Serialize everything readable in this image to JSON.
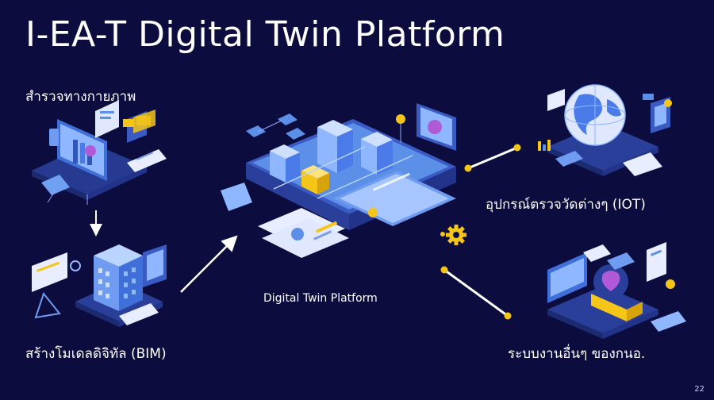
{
  "slide": {
    "title": "I-EA-T Digital Twin Platform",
    "page_number": "22"
  },
  "labels": {
    "survey": "สำรวจทางกายภาพ",
    "bim": "สร้างโมเดลดิจิทัล (BIM)",
    "center": "Digital Twin Platform",
    "iot": "อุปกรณ์ตรวจวัดต่างๆ (IOT)",
    "other_systems": "ระบบงานอื่นๆ ของกนอ."
  },
  "icons": {
    "survey": "survey-workstation-icon",
    "bim": "bim-building-model-icon",
    "center": "digital-twin-city-platform-icon",
    "iot": "iot-globe-icon",
    "other_systems": "enterprise-systems-icon",
    "gear": "gear-icon"
  },
  "colors": {
    "background": "#0c0c3e",
    "accent_yellow": "#f5c518",
    "connector": "#ffffff",
    "isometric_blue": "#5b8fe8",
    "isometric_light": "#b9d4ff"
  }
}
